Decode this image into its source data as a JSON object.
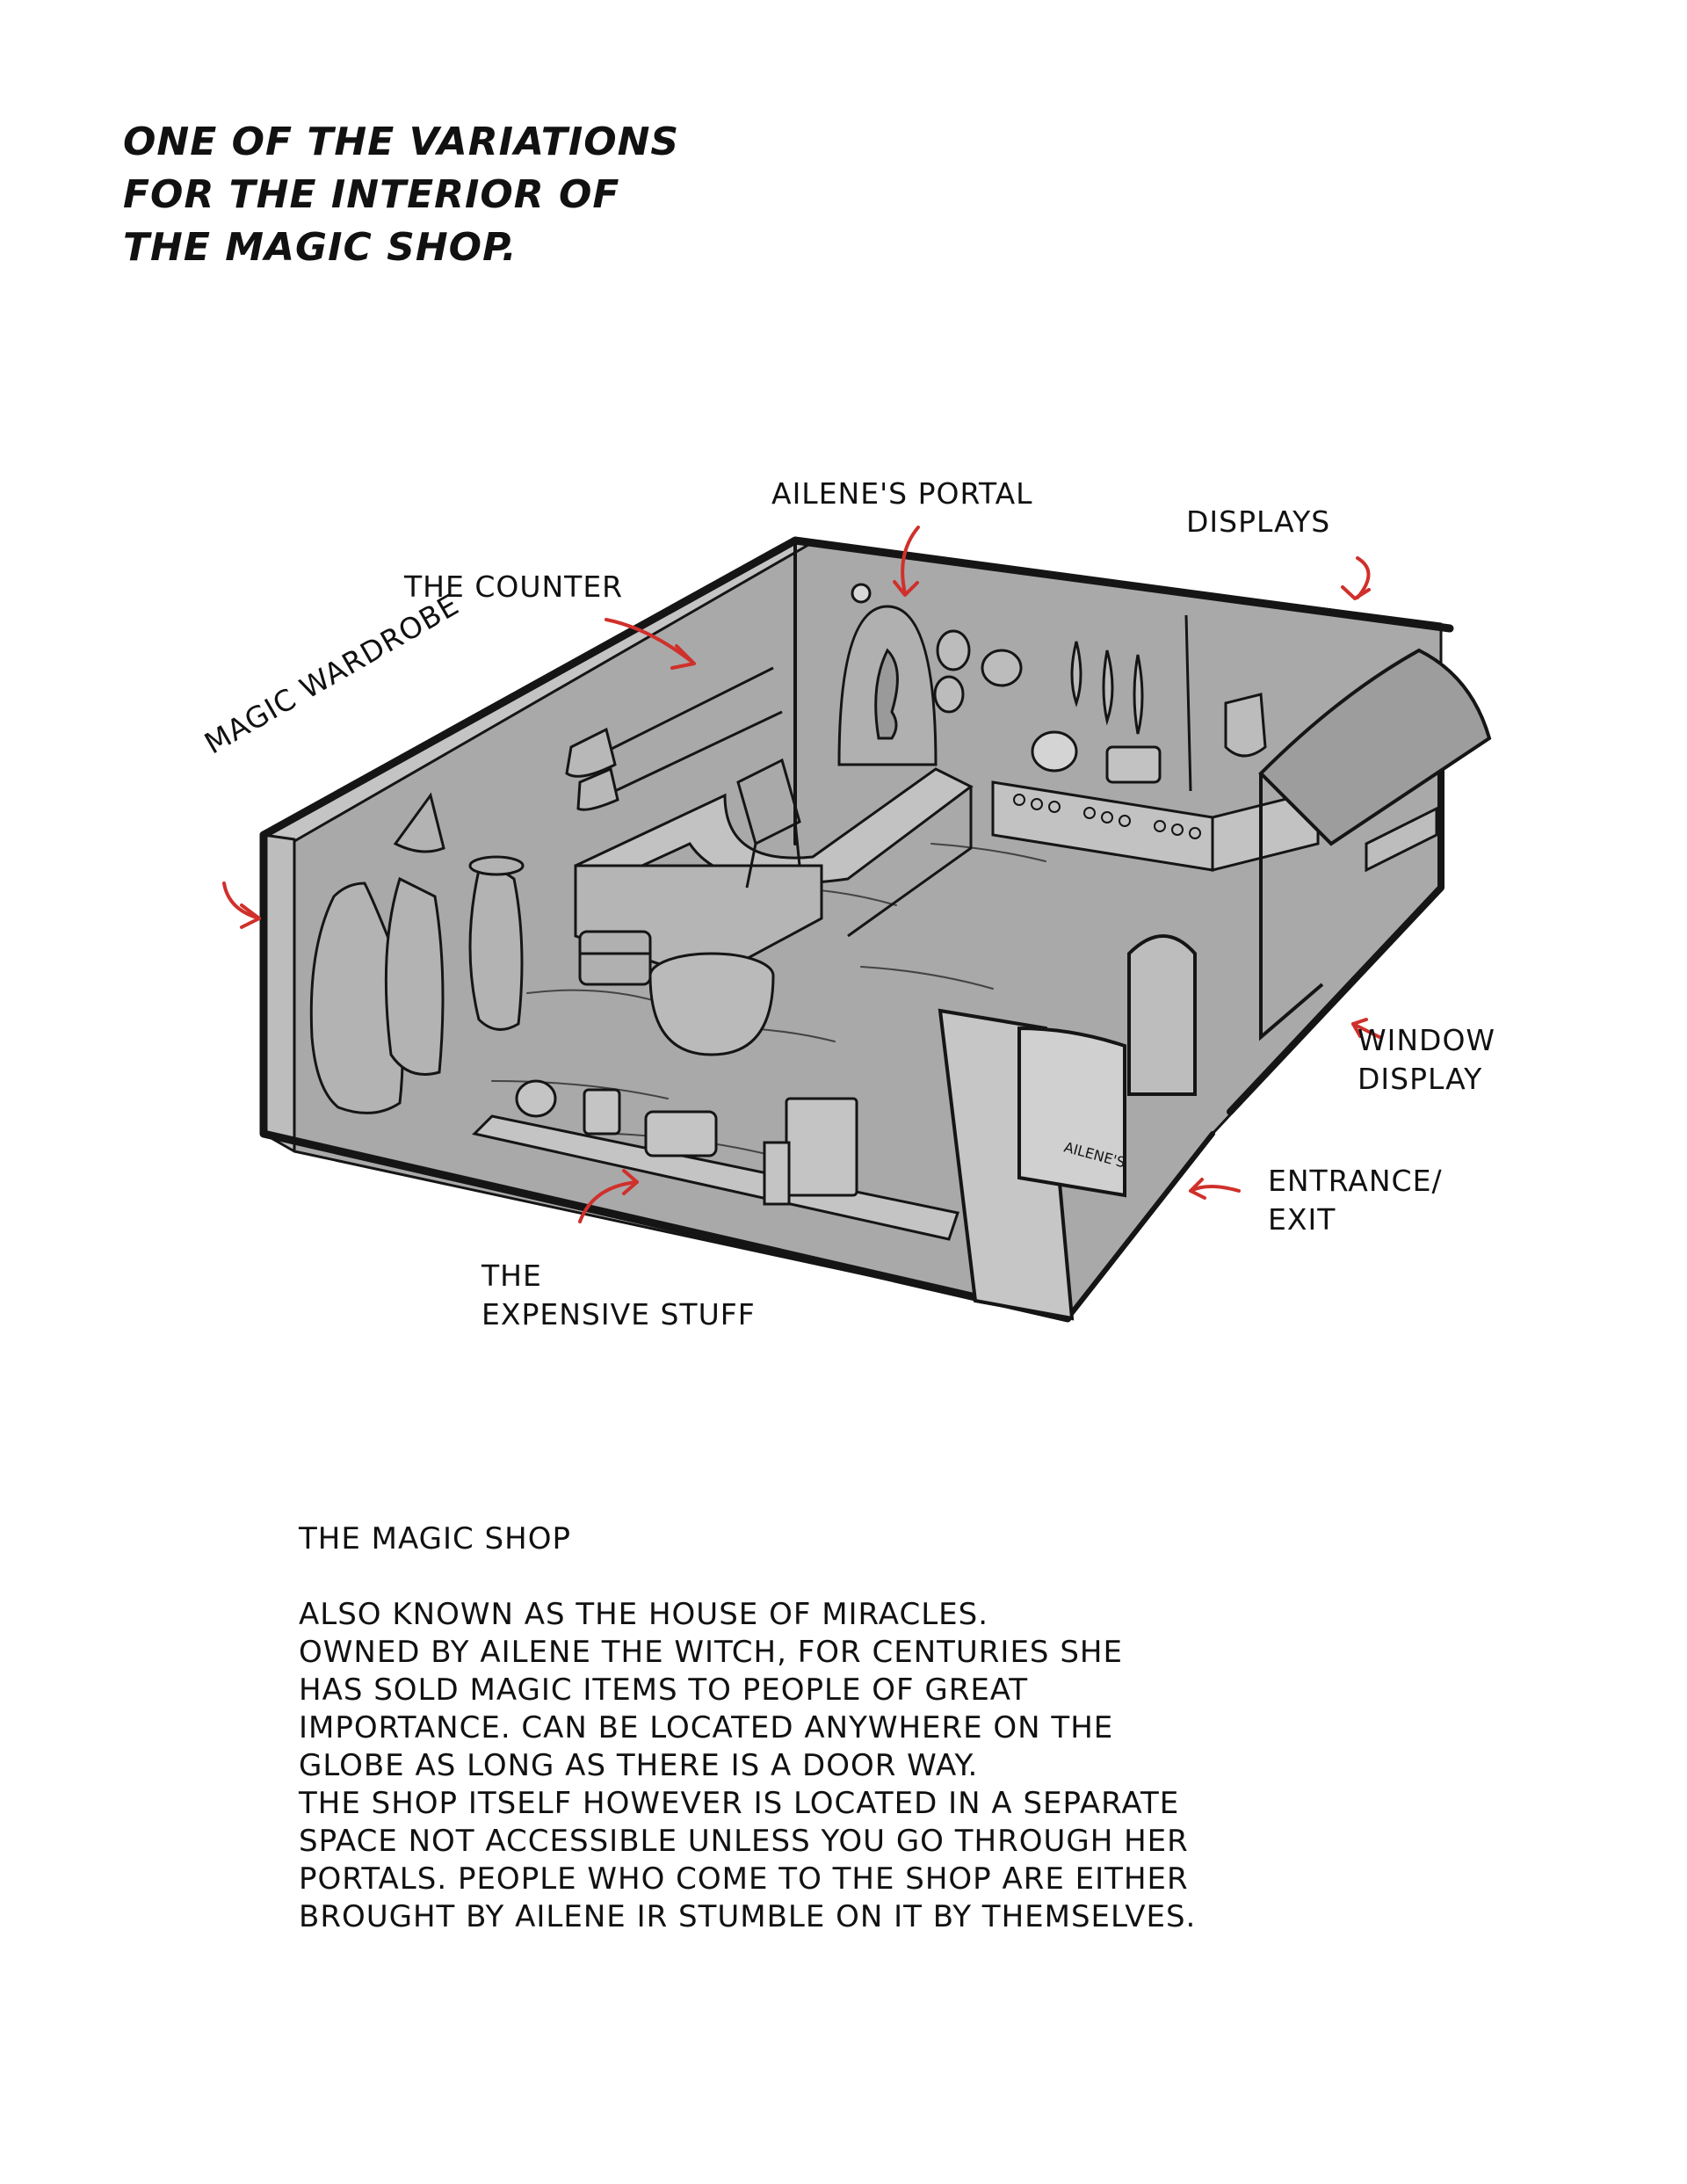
{
  "title_lines": [
    "ONE OF THE VARIATIONS",
    "FOR THE INTERIOR OF",
    "THE MAGIC SHOP."
  ],
  "labels": {
    "portal": "AILENE'S PORTAL",
    "displays": "DISPLAYS",
    "counter": "THE COUNTER",
    "wardrobe": "MAGIC WARDROBE",
    "window_line1": "WINDOW",
    "window_line2": "DISPLAY",
    "entrance_line1": "ENTRANCE/",
    "entrance_line2": "EXIT",
    "expensive_line1": "THE",
    "expensive_line2": "EXPENSIVE STUFF",
    "sign_text": "AILENE'S"
  },
  "description": {
    "heading": "THE MAGIC SHOP",
    "lines": [
      "ALSO KNOWN AS THE HOUSE OF MIRACLES.",
      "OWNED BY AILENE THE WITCH, FOR CENTURIES SHE",
      "HAS SOLD MAGIC ITEMS TO PEOPLE OF GREAT",
      "IMPORTANCE. CAN BE LOCATED ANYWHERE ON THE",
      "GLOBE AS LONG AS THERE IS A DOOR WAY.",
      "THE SHOP ITSELF HOWEVER IS LOCATED IN A SEPARATE",
      "SPACE NOT ACCESSIBLE UNLESS YOU GO THROUGH HER",
      "PORTALS. PEOPLE WHO COME TO THE SHOP ARE EITHER",
      "BROUGHT BY AILENE IR STUMBLE ON IT BY THEMSELVES."
    ]
  },
  "colors": {
    "floor": "#a9a9a9",
    "wall": "#bdbdbd",
    "outline": "#151515",
    "arrow": "#d0302b",
    "background": "#ffffff"
  }
}
